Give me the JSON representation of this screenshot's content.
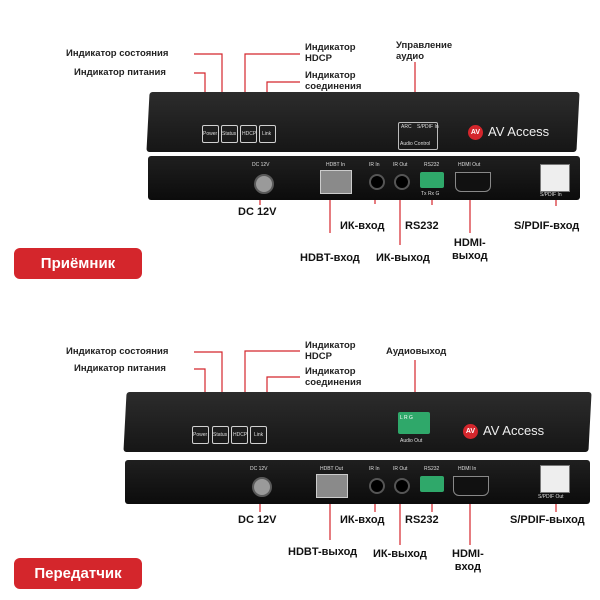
{
  "receiver": {
    "labels": {
      "status_indicator": "Индикатор состояния",
      "power_indicator": "Индикатор питания",
      "hdcp_indicator": "Индикатор\nHDCP",
      "link_indicator": "Индикатор\nсоединения",
      "audio_control": "Управление\nаудио",
      "dc12v": "DC 12V",
      "hdbt_port": "HDBT-вход",
      "ir_in": "ИК-вход",
      "ir_out": "ИК-выход",
      "rs232": "RS232",
      "hdmi": "HDMI-\nвыход",
      "spdif": "S/PDIF-вход"
    },
    "panel_text": {
      "power": "Power",
      "status": "Status",
      "hdcp": "HDCP",
      "link": "Link",
      "audio_control": "Audio Control",
      "arc": "ARC",
      "spdif_in": "S/PDIF In",
      "dc": "DC 12V",
      "hdbt": "HDBT In",
      "ir_in": "IR In",
      "ir_out": "IR Out",
      "rs232": "RS232",
      "hdmi": "HDMI Out",
      "spdif": "S/PDIF In",
      "txrxg": "Tx Rx G"
    },
    "banner": "Приёмник"
  },
  "transmitter": {
    "labels": {
      "status_indicator": "Индикатор состояния",
      "power_indicator": "Индикатор питания",
      "hdcp_indicator": "Индикатор\nHDCP",
      "link_indicator": "Индикатор\nсоединения",
      "audio_out": "Аудиовыход",
      "dc12v": "DC 12V",
      "hdbt_port": "HDBT-выход",
      "ir_in": "ИК-вход",
      "ir_out": "ИК-выход",
      "rs232": "RS232",
      "hdmi": "HDMI-\nвход",
      "spdif": "S/PDIF-выход"
    },
    "panel_text": {
      "power": "Power",
      "status": "Status",
      "hdcp": "HDCP",
      "link": "Link",
      "audio_out": "Audio Out",
      "dc": "DC 12V",
      "hdbt": "HDBT Out",
      "ir_in": "IR In",
      "ir_out": "IR Out",
      "rs232": "RS232",
      "hdmi": "HDMI In",
      "spdif": "S/PDIF Out",
      "lrg": "L R G"
    },
    "banner": "Передатчик"
  },
  "brand": {
    "logo_text": "AV Access",
    "logo_mark": "AV"
  },
  "colors": {
    "accent": "#d4262c",
    "device": "#1a1a1a",
    "terminal": "#2fa86a"
  }
}
